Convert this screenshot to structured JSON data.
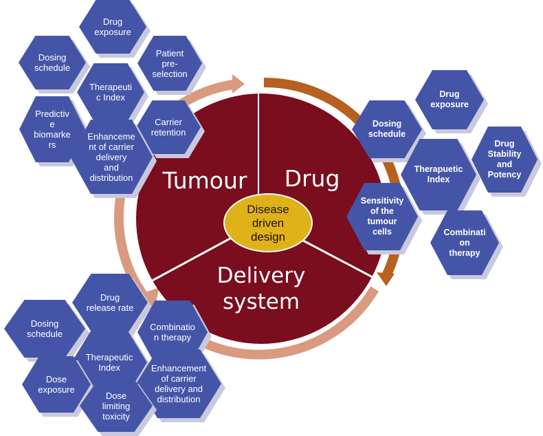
{
  "colors": {
    "hex_fill": "#4455a8",
    "hex_shadow": "#c9c9de",
    "circle_fill": "#7a0d1e",
    "ring_light": "#d99a80",
    "ring_dark": "#b8601f",
    "center_fill": "#e0b21a"
  },
  "center": {
    "label": "Disease\ndriven\ndesign"
  },
  "segments": {
    "tumour": "Tumour",
    "drug": "Drug",
    "delivery": "Delivery\nsystem"
  },
  "tumour_hexes": [
    {
      "label": "Drug\nexposure"
    },
    {
      "label": "Dosing\nschedule"
    },
    {
      "label": "Patient\npre-\nselection"
    },
    {
      "label": "Therapeuti\nc Index"
    },
    {
      "label": "Predictiv\ne\nbiomarke\nrs"
    },
    {
      "label": "Carrier\nretention"
    },
    {
      "label": "Enhanceme\nnt of carrier\ndelivery\nand\ndistribution"
    }
  ],
  "drug_hexes": [
    {
      "label": "Drug\nexposure"
    },
    {
      "label": "Dosing\nschedule"
    },
    {
      "label": "Drug\nStability\nand\nPotency"
    },
    {
      "label": "Therapuetic\nIndex"
    },
    {
      "label": "Sensitivity\nof the\ntumour\ncells"
    },
    {
      "label": "Combinati\non\ntherapy"
    }
  ],
  "delivery_hexes": [
    {
      "label": "Drug\nrelease rate"
    },
    {
      "label": "Dosing\nschedule"
    },
    {
      "label": "Combinatio\nn therapy"
    },
    {
      "label": "Therapeutic\nIndex"
    },
    {
      "label": "Dose\nexposure"
    },
    {
      "label": "Enhancement\nof carrier\ndelivery and\ndistribution"
    },
    {
      "label": "Dose\nlimiting\ntoxicity"
    }
  ]
}
